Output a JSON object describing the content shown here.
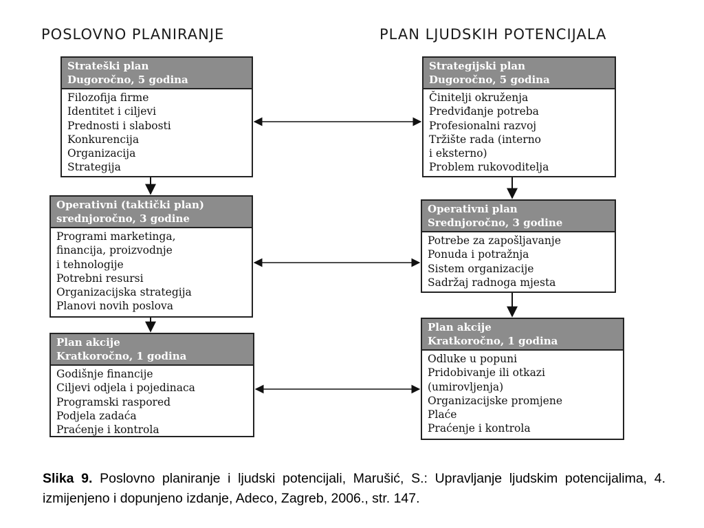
{
  "left_column": {
    "title": "POSLOVNO PLANIRANJE",
    "boxes": [
      {
        "header": [
          "Strateški plan",
          "Dugoročno, 5 godina"
        ],
        "items": [
          "Filozofija firme",
          "Identitet i ciljevi",
          "Prednosti i slabosti",
          "Konkurencija",
          "Organizacija",
          "Strategija"
        ]
      },
      {
        "header": [
          "Operativni (taktički plan)",
          "srednjoročno, 3 godine"
        ],
        "items": [
          "Programi marketinga,",
          "financija, proizvodnje",
          "i tehnologije",
          "Potrebni resursi",
          "Organizacijska strategija",
          "Planovi novih poslova"
        ]
      },
      {
        "header": [
          "Plan akcije",
          "Kratkoročno, 1 godina"
        ],
        "items": [
          "Godišnje financije",
          "Ciljevi odjela i pojedinaca",
          "Programski raspored",
          "Podjela zadaća",
          "Praćenje i kontrola"
        ]
      }
    ]
  },
  "right_column": {
    "title": "PLAN LJUDSKIH POTENCIJALA",
    "boxes": [
      {
        "header": [
          "Strategijski plan",
          "Dugoročno, 5 godina"
        ],
        "items": [
          "Činitelji okruženja",
          "Predviđanje potreba",
          "Profesionalni razvoj",
          "Tržište rada (interno",
          "i eksterno)",
          "Problem rukovoditelja"
        ]
      },
      {
        "header": [
          "Operativni plan",
          "Srednjoročno, 3 godine"
        ],
        "items": [
          "Potrebe za zapošljavanje",
          "Ponuda i potražnja",
          "Sistem organizacije",
          "Sadržaj  radnoga mjesta"
        ]
      },
      {
        "header": [
          "Plan akcije",
          "Kratkoročno, 1 godina"
        ],
        "items": [
          "Odluke u popuni",
          "Pridobivanje ili otkazi",
          "(umirovljenja)",
          "Organizacijske promjene",
          "Plaće",
          "Praćenje i kontrola"
        ]
      }
    ]
  },
  "caption": {
    "label": "Slika 9.",
    "text": " Poslovno planiranje i ljudski potencijali, Marušić, S.: Upravljanje ljudskim potencijalima, 4. izmijenjeno i dopunjeno izdanje, Adeco, Zagreb, 2006., str. 147."
  }
}
